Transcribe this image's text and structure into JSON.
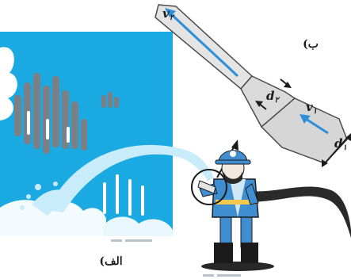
{
  "figure": {
    "panel_a_label": "(الف",
    "panel_b_label": "(ب",
    "v1": "v",
    "v1_sub": "۱",
    "v2": "v",
    "v2_sub": "۲",
    "d1": "d",
    "d1_sub": "۱",
    "d2": "d",
    "d2_sub": "۲",
    "colors": {
      "sky_blue": "#1aa9e0",
      "building_gray": "#7b7f86",
      "water_light": "#c8ecfa",
      "nozzle_gray": "#dcdcdc",
      "flow_arrow": "#2f8fd6",
      "hose_black": "#2a2a2a",
      "firefighter_blue": "#3f8ed0"
    }
  }
}
